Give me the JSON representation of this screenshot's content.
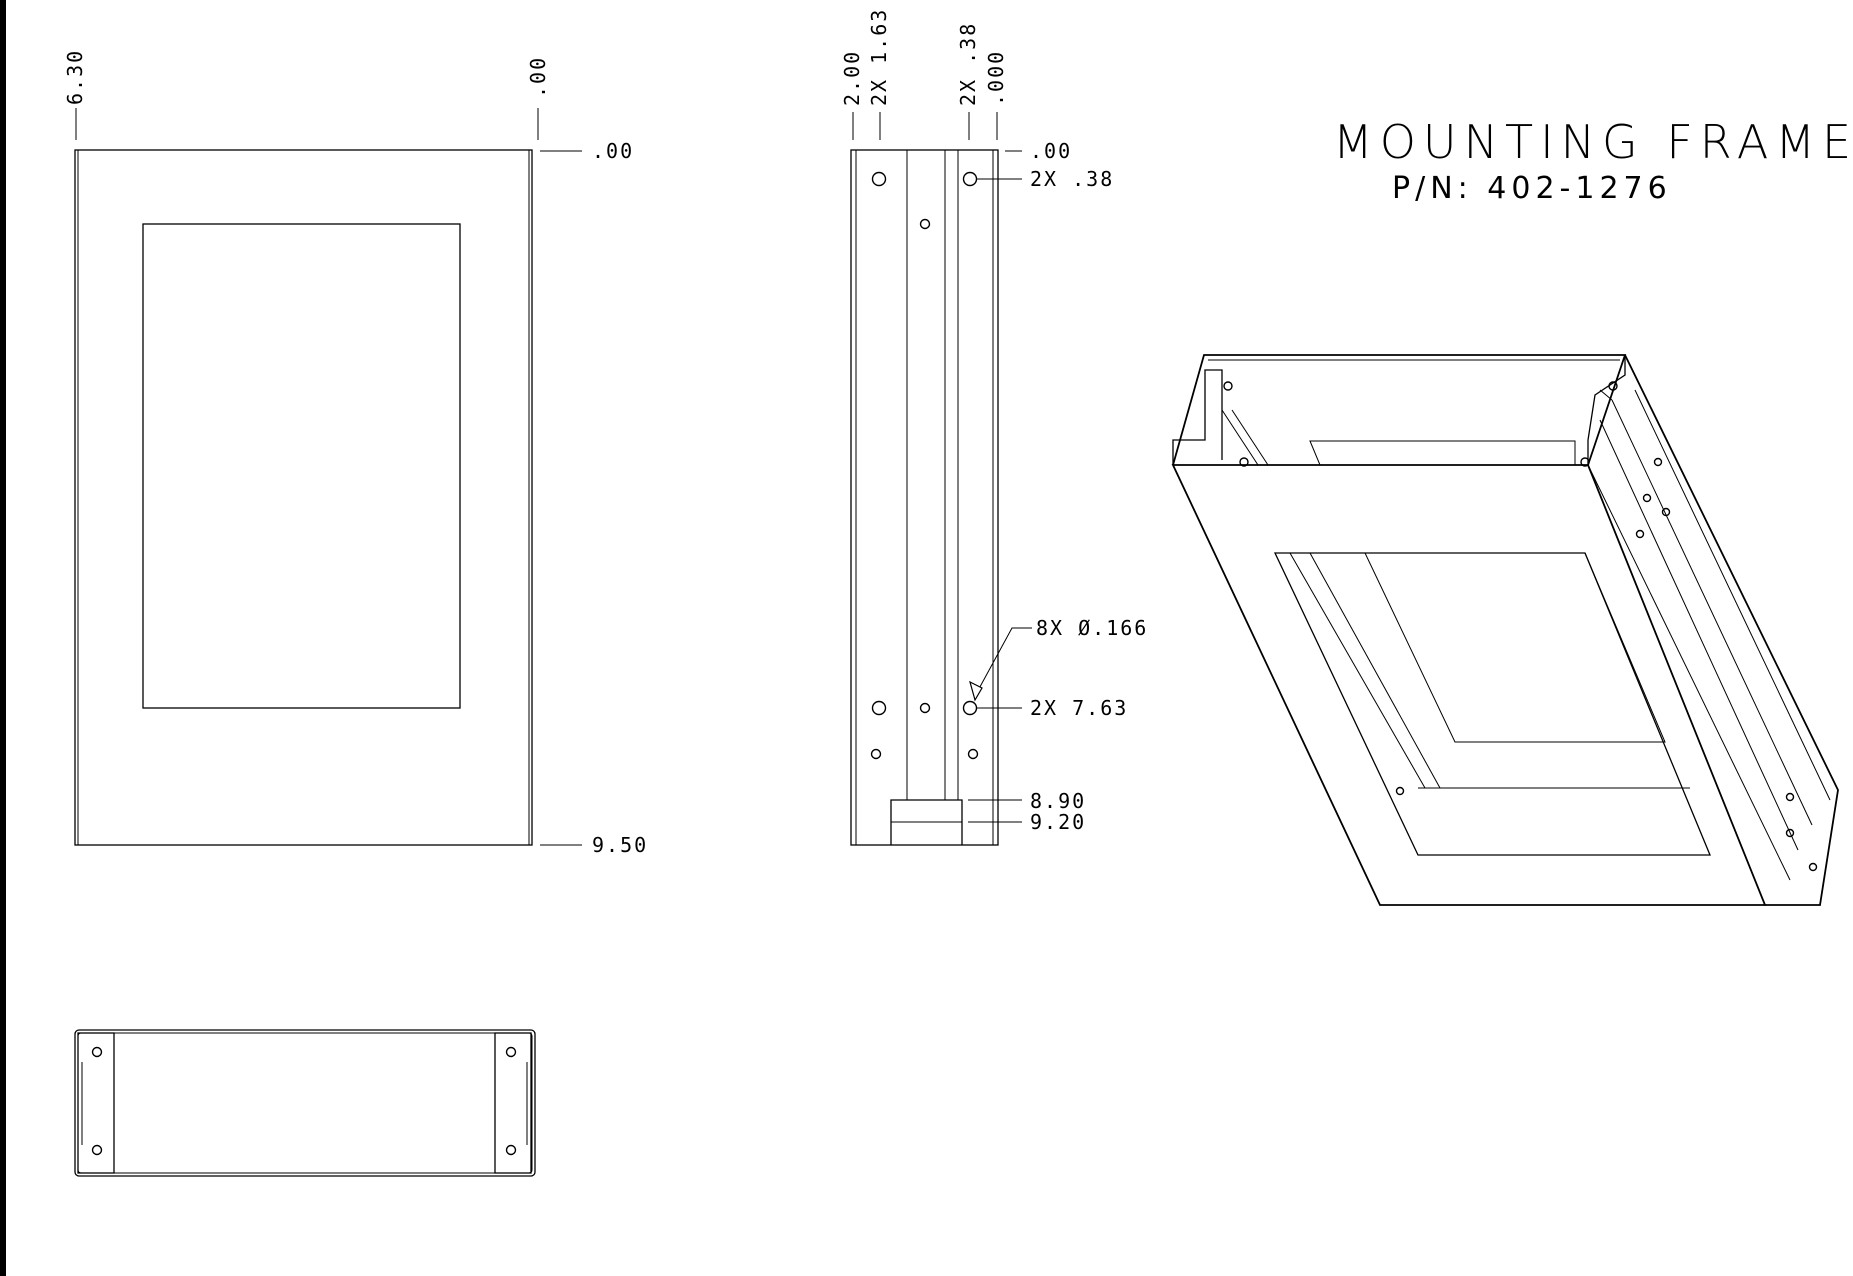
{
  "title": {
    "name": "MOUNTING FRAME",
    "part_number": "P/N: 402-1276"
  },
  "front_view": {
    "top_dims": [
      ".00",
      "6.30"
    ],
    "side_dims": [
      ".00",
      "9.50"
    ]
  },
  "side_view": {
    "top_dims": [
      "2.00",
      "2X 1.63",
      "2X .38",
      ".000"
    ],
    "right_dims": [
      ".00",
      "2X .38",
      "2X 7.63",
      "8.90",
      "9.20"
    ],
    "hole_callout": "8X Ø.166"
  }
}
